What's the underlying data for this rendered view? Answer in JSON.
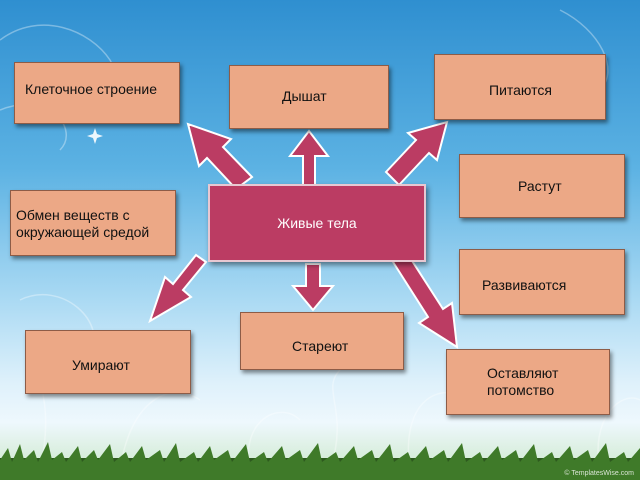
{
  "center": {
    "label": "Живые тела"
  },
  "boxes": {
    "cell": "Клеточное строение",
    "breathe": "Дышат",
    "feed": "Питаются",
    "grow": "Растут",
    "metabolism": "Обмен веществ с окружающей средой",
    "develop": "Развиваются",
    "age": "Стареют",
    "die": "Умирают",
    "offspring": "Оставляют потомство"
  },
  "watermark": "© TemplatesWise.com",
  "colors": {
    "box": "#eca886",
    "center": "#bb3c63",
    "arrow": "#bb3c63"
  }
}
